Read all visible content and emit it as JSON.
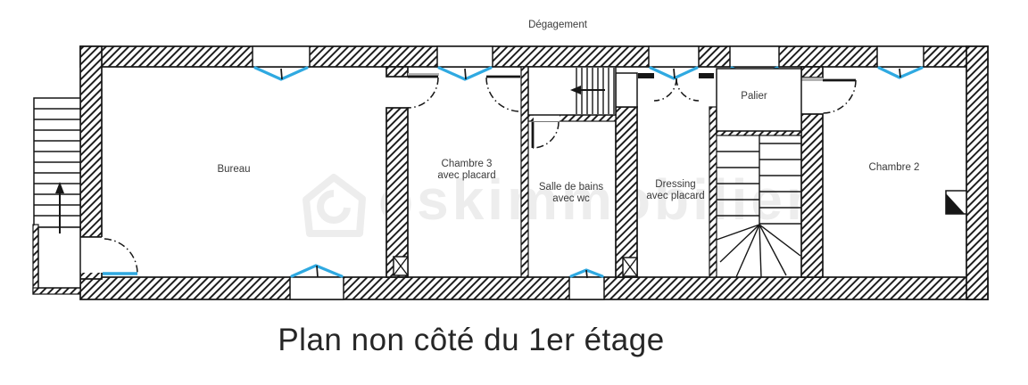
{
  "title": "Plan non côté du 1er étage",
  "watermark": {
    "text": "oskimmobilier"
  },
  "colors": {
    "accent": "#2fa9e1",
    "ink": "#161616",
    "label": "#3a3a3a",
    "title": "#262626",
    "wm": "#e9e9e9"
  },
  "plan": {
    "rooms": {
      "degagement": {
        "label": "Dégagement"
      },
      "bureau": {
        "label": "Bureau"
      },
      "chambre3": {
        "label": "Chambre 3",
        "label2": "avec placard"
      },
      "salle_de_bains": {
        "label": "Salle de bains",
        "label2": "avec wc"
      },
      "dressing": {
        "label": "Dressing",
        "label2": "avec placard"
      },
      "palier": {
        "label": "Palier"
      },
      "chambre2": {
        "label": "Chambre 2"
      }
    }
  }
}
